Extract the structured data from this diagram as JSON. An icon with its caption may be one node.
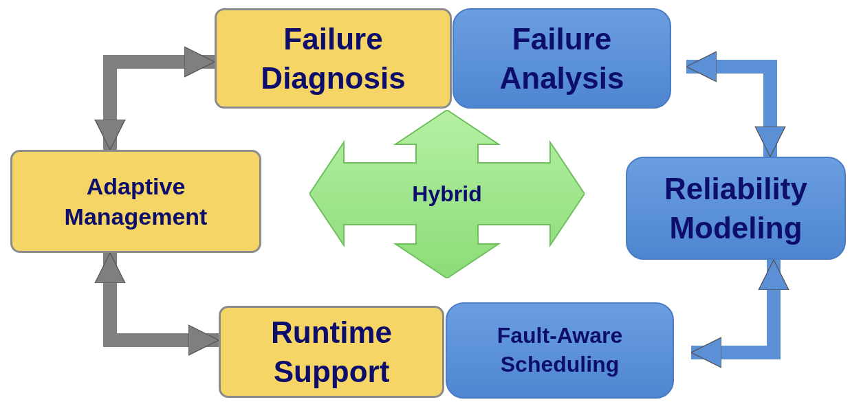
{
  "diagram": {
    "nodes": [
      {
        "text": [
          "Failure Diagnosis"
        ]
      },
      {
        "text": [
          "Failure Analysis"
        ]
      },
      {
        "text": [
          "Adaptive Management"
        ]
      },
      {
        "text": [
          "Hybrid"
        ]
      },
      {
        "text": [
          "Reliability Modeling"
        ]
      },
      {
        "text": [
          "Runtime Support"
        ]
      },
      {
        "text": [
          "Fault-Aware Scheduling"
        ]
      }
    ],
    "edges": [
      {
        "from": 2,
        "to": 0,
        "arrow": "both",
        "color": "#7f7f7f"
      },
      {
        "from": 2,
        "to": 5,
        "arrow": "both",
        "color": "#7f7f7f"
      },
      {
        "from": 1,
        "to": 4,
        "arrow": "both",
        "color": "#5b8fd6"
      },
      {
        "from": 4,
        "to": 6,
        "arrow": "both",
        "color": "#5b8fd6"
      }
    ]
  }
}
